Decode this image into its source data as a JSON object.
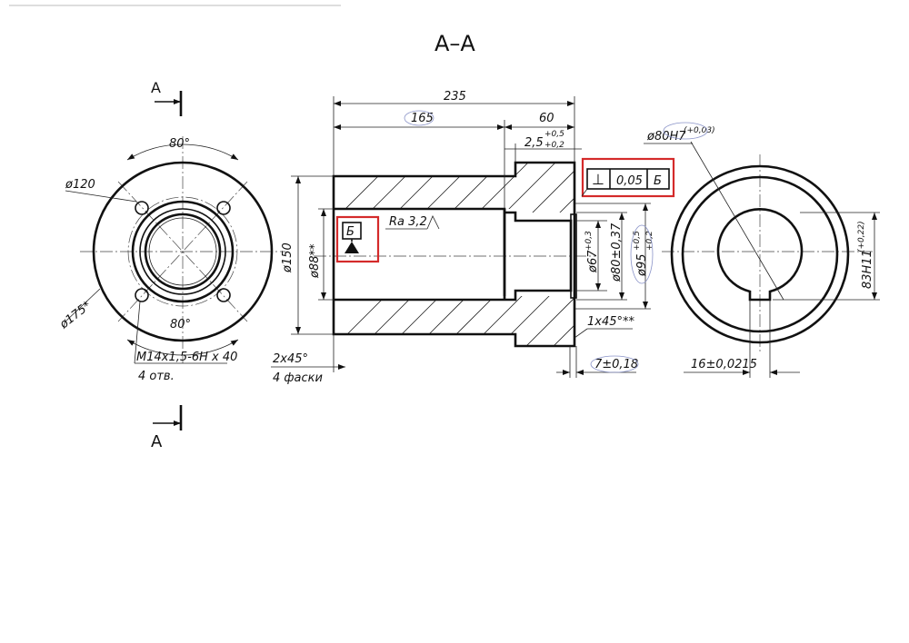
{
  "title": "А–А",
  "section_marks": {
    "top": "А",
    "bottom": "А"
  },
  "left_view": {
    "angle_top": "80°",
    "angle_bottom": "80°",
    "dia_bolt_circle": "ø120",
    "dia_outer": "ø175*",
    "thread": "M14x1,5-6H x 40",
    "thread_count": "4 отв."
  },
  "section_view": {
    "len_total": "235",
    "len_165": "165",
    "len_60": "60",
    "groove": "2,5",
    "groove_tol_upper": "+0,5",
    "groove_tol_lower": "+0,2",
    "dia_150": "ø150",
    "dia_88": "ø88**",
    "roughness": "Ra 3,2",
    "datum": "Б",
    "dia_67": "ø67",
    "dia_67_tol": "+0,3",
    "dia_80": "ø80±0,37",
    "dia_95": "ø95",
    "dia_95_tol_upper": "+0,5",
    "dia_95_tol_lower": "+0,2",
    "chamfer": "1x45°**",
    "len_7": "7±0,18",
    "chamfer_left": "2x45°",
    "chamfer_left_note": "4 фаски"
  },
  "tolerance_frame": {
    "symbol": "⊥",
    "value": "0,05",
    "datum": "Б"
  },
  "right_view": {
    "dia_bore": "ø80H7",
    "dia_bore_tol": "(+0,03)",
    "keyway_depth": "83H11",
    "keyway_depth_tol": "(+0,22)",
    "keyway_width": "16±0,0215"
  },
  "colors": {
    "ink": "#111111",
    "highlight": "#d42a2a",
    "paper": "#ffffff"
  }
}
